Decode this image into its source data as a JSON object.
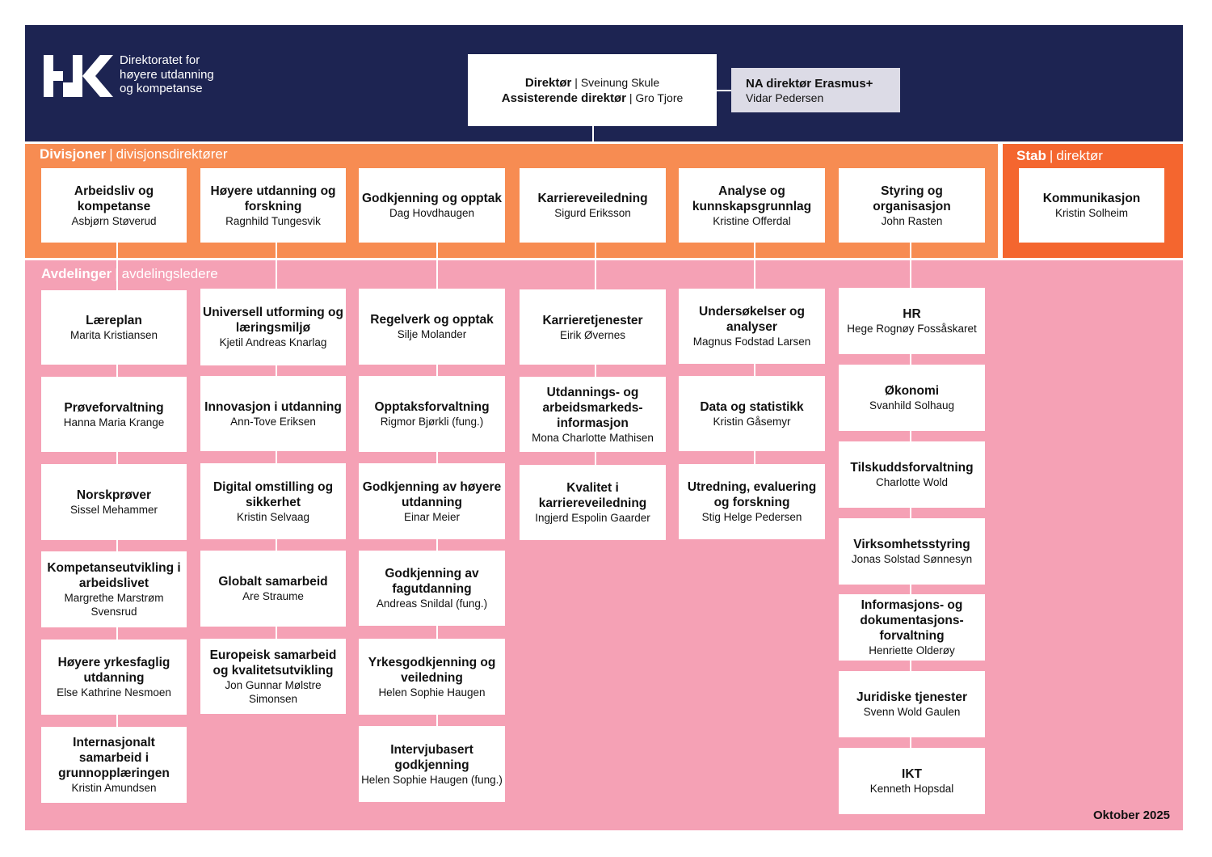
{
  "header": {
    "logo_lines": [
      "Direktoratet for",
      "høyere utdanning",
      "og kompetanse"
    ],
    "director_label": "Direktør",
    "director_name": "Sveinung Skule",
    "assistant_label": "Assisterende direktør",
    "assistant_name": "Gro Tjore",
    "na_title": "NA direktør Erasmus+",
    "na_name": "Vidar Pedersen"
  },
  "divisions_band": {
    "label": "Divisjoner",
    "sub": "divisjonsdirektører"
  },
  "stab_band": {
    "label": "Stab",
    "sub": "direktør"
  },
  "departments_band": {
    "label": "Avdelinger",
    "sub": "avdelingsledere"
  },
  "divisions": [
    {
      "title": "Arbeidsliv og kompetanse",
      "name": "Asbjørn Støverud"
    },
    {
      "title": "Høyere utdanning og forskning",
      "name": "Ragnhild Tungesvik"
    },
    {
      "title": "Godkjenning og opptak",
      "name": "Dag Hovdhaugen"
    },
    {
      "title": "Karriereveiledning",
      "name": "Sigurd Eriksson"
    },
    {
      "title": "Analyse og kunnskapsgrunnlag",
      "name": "Kristine Offerdal"
    },
    {
      "title": "Styring og organisasjon",
      "name": "John Rasten"
    }
  ],
  "stab": {
    "title": "Kommunikasjon",
    "name": "Kristin Solheim"
  },
  "departments": [
    [
      {
        "title": "Læreplan",
        "name": "Marita Kristiansen"
      },
      {
        "title": "Prøveforvaltning",
        "name": "Hanna Maria Krange"
      },
      {
        "title": "Norskprøver",
        "name": "Sissel Mehammer"
      },
      {
        "title": "Kompetanseutvikling i arbeidslivet",
        "name": "Margrethe Marstrøm Svensrud"
      },
      {
        "title": "Høyere yrkesfaglig utdanning",
        "name": "Else Kathrine Nesmoen"
      },
      {
        "title": "Internasjonalt samarbeid i grunnopplæringen",
        "name": "Kristin Amundsen"
      }
    ],
    [
      {
        "title": "Universell utforming og læringsmiljø",
        "name": "Kjetil Andreas Knarlag"
      },
      {
        "title": "Innovasjon i utdanning",
        "name": "Ann-Tove Eriksen"
      },
      {
        "title": "Digital omstilling og sikkerhet",
        "name": "Kristin Selvaag"
      },
      {
        "title": "Globalt samarbeid",
        "name": "Are Straume"
      },
      {
        "title": "Europeisk samarbeid og kvalitetsutvikling",
        "name": "Jon Gunnar Mølstre Simonsen"
      }
    ],
    [
      {
        "title": "Regelverk og opptak",
        "name": "Silje Molander"
      },
      {
        "title": "Opptaksforvaltning",
        "name": "Rigmor Bjørkli (fung.)"
      },
      {
        "title": "Godkjenning av høyere utdanning",
        "name": "Einar Meier"
      },
      {
        "title": "Godkjenning av fagutdanning",
        "name": "Andreas Snildal (fung.)"
      },
      {
        "title": "Yrkesgodkjenning og veiledning",
        "name": "Helen Sophie Haugen"
      },
      {
        "title": "Intervjubasert godkjenning",
        "name": "Helen Sophie Haugen (fung.)"
      }
    ],
    [
      {
        "title": "Karrieretjenester",
        "name": "Eirik Øvernes"
      },
      {
        "title": "Utdannings- og arbeidsmarkeds-informasjon",
        "name": "Mona Charlotte Mathisen"
      },
      {
        "title": "Kvalitet i karriereveiledning",
        "name": "Ingjerd Espolin Gaarder"
      }
    ],
    [
      {
        "title": "Undersøkelser og analyser",
        "name": "Magnus Fodstad Larsen"
      },
      {
        "title": "Data og statistikk",
        "name": "Kristin Gåsemyr"
      },
      {
        "title": "Utredning, evaluering og forskning",
        "name": "Stig Helge Pedersen"
      }
    ],
    [
      {
        "title": "HR",
        "name": "Hege Rognøy Fossåskaret"
      },
      {
        "title": "Økonomi",
        "name": "Svanhild Solhaug"
      },
      {
        "title": "Tilskuddsforvaltning",
        "name": "Charlotte Wold"
      },
      {
        "title": "Virksomhetsstyring",
        "name": "Jonas Solstad Sønnesyn"
      },
      {
        "title": "Informasjons- og dokumentasjons-forvaltning",
        "name": "Henriette Olderøy"
      },
      {
        "title": "Juridiske tjenester",
        "name": "Svenn Wold Gaulen"
      },
      {
        "title": "IKT",
        "name": "Kenneth Hopsdal"
      }
    ]
  ],
  "footer": {
    "date": "Oktober 2025"
  }
}
